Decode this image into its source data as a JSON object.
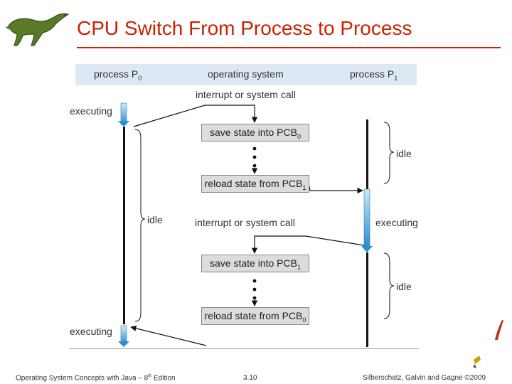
{
  "slide": {
    "title": "CPU Switch From Process to Process"
  },
  "header": {
    "p0": "process P",
    "p0_sub": "0",
    "os": "operating system",
    "p1": "process P",
    "p1_sub": "1"
  },
  "labels": {
    "interrupt_1": "interrupt or system call",
    "interrupt_2": "interrupt or system call",
    "executing_top": "executing",
    "idle_p0": "idle",
    "executing_bottom": "executing",
    "idle_p1_top": "idle",
    "executing_p1": "executing",
    "idle_p1_bottom": "idle"
  },
  "boxes": {
    "save_pcb0": {
      "text": "save state into PCB",
      "sub": "0"
    },
    "reload_pcb1": {
      "text": "reload state from PCB",
      "sub": "1"
    },
    "save_pcb1": {
      "text": "save state into PCB",
      "sub": "1"
    },
    "reload_pcb0": {
      "text": "reload state from PCB",
      "sub": "0"
    }
  },
  "footer": {
    "book_pre": "Operating System Concepts  with  Java – 8",
    "book_sup": "th",
    "book_post": " Edition",
    "page": "3.10",
    "copyright": "Silberschatz, Galvin and Gagne ©2009"
  },
  "colors": {
    "title": "#cc2200",
    "header_band": "#dde8f4",
    "executing_bar": "#3aa0d8",
    "box_fill": "#dcdcdc"
  }
}
